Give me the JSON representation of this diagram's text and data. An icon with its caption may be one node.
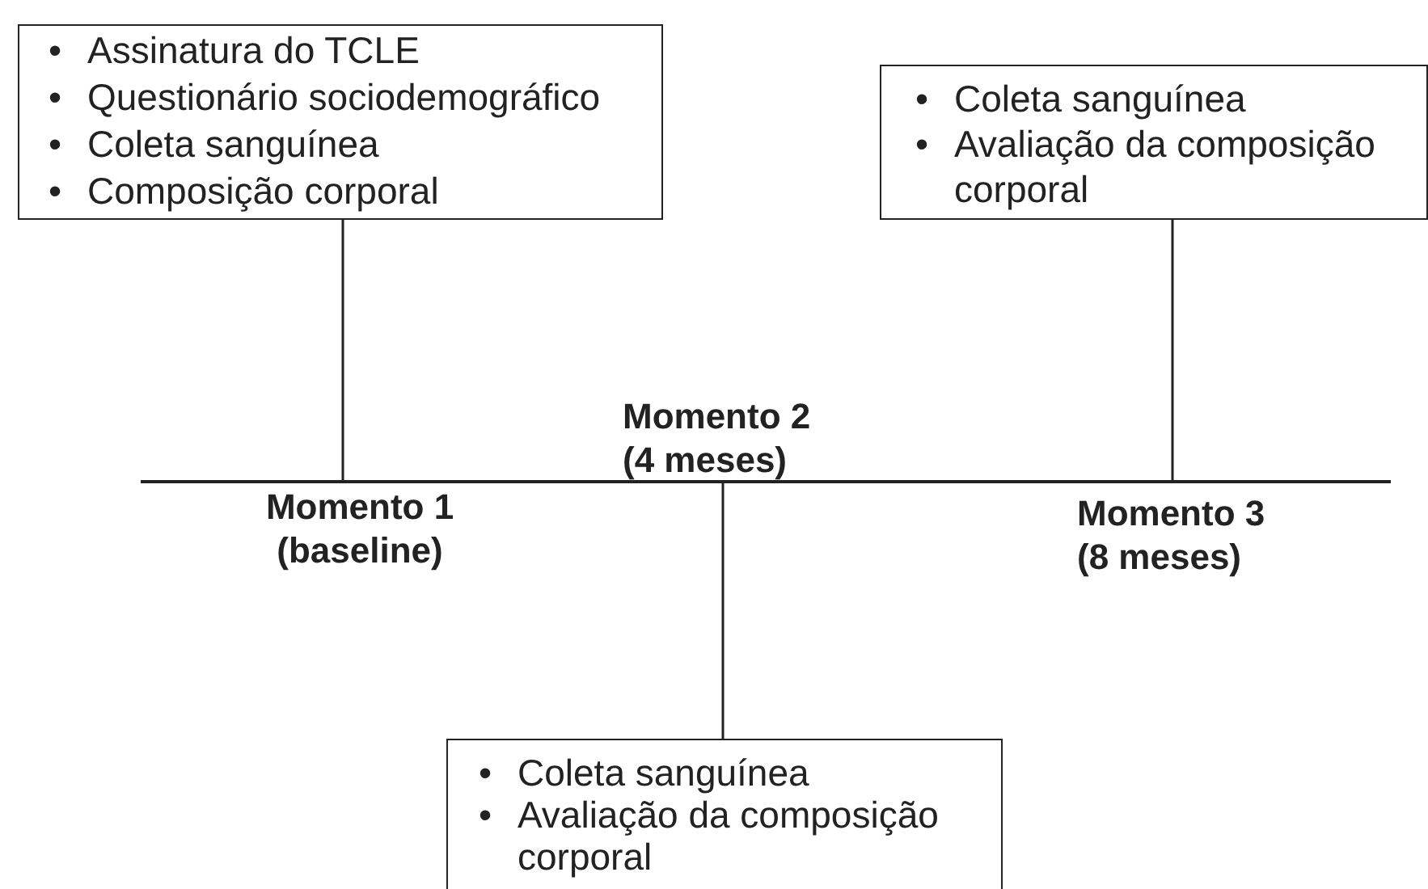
{
  "diagram": {
    "nodes": [
      {
        "text": [
          "• Assinatura do TCLE",
          "• Questionário sociodemográfico",
          "• Coleta sanguínea",
          "• Composição corporal"
        ]
      },
      {
        "text": [
          "• Coleta sanguínea",
          "• Avaliação da composição corporal"
        ]
      },
      {
        "text": [],
        "shape": "bar"
      },
      {
        "text": [
          "• Coleta sanguínea",
          "• Avaliação da composição corporal"
        ]
      }
    ],
    "edges": [
      {
        "from": 0,
        "to": 2,
        "arrow": "none"
      },
      {
        "from": 1,
        "to": 2,
        "arrow": "none"
      },
      {
        "from": 2,
        "to": 3,
        "arrow": "none"
      }
    ],
    "labels": [
      "Momento 2 (4 meses)",
      "Momento 1 (baseline)",
      "Momento 3 (8 meses)"
    ]
  }
}
